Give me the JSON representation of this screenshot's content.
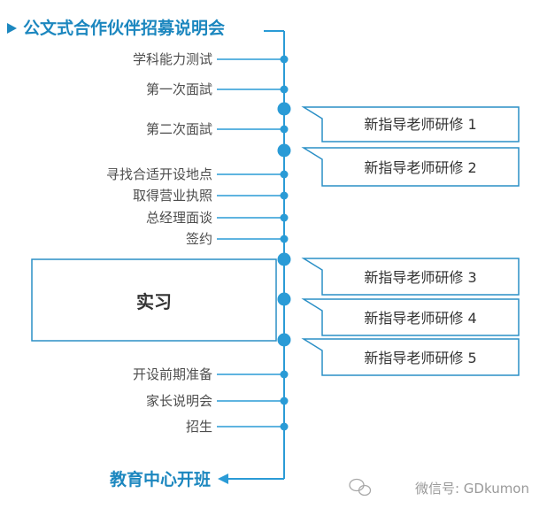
{
  "title": "公文式合作伙伴招募说明会",
  "steps": [
    "学科能力测试",
    "第一次面試",
    "第二次面試",
    "寻找合适开设地点",
    "取得营业执照",
    "总经理面谈",
    "签约",
    "开设前期准备",
    "家长说明会",
    "招生"
  ],
  "internship": "实习",
  "trainings": [
    "新指导老师研修 1",
    "新指导老师研修 2",
    "新指导老师研修 3",
    "新指导老师研修 4",
    "新指导老师研修 5"
  ],
  "end": "教育中心开班",
  "watermark": "微信号: GDkumon",
  "colors": {
    "accent": "#1c87bf",
    "timeline": "#2a9bd6",
    "box_border": "#2a8fc6",
    "text": "#4d4d4d"
  }
}
